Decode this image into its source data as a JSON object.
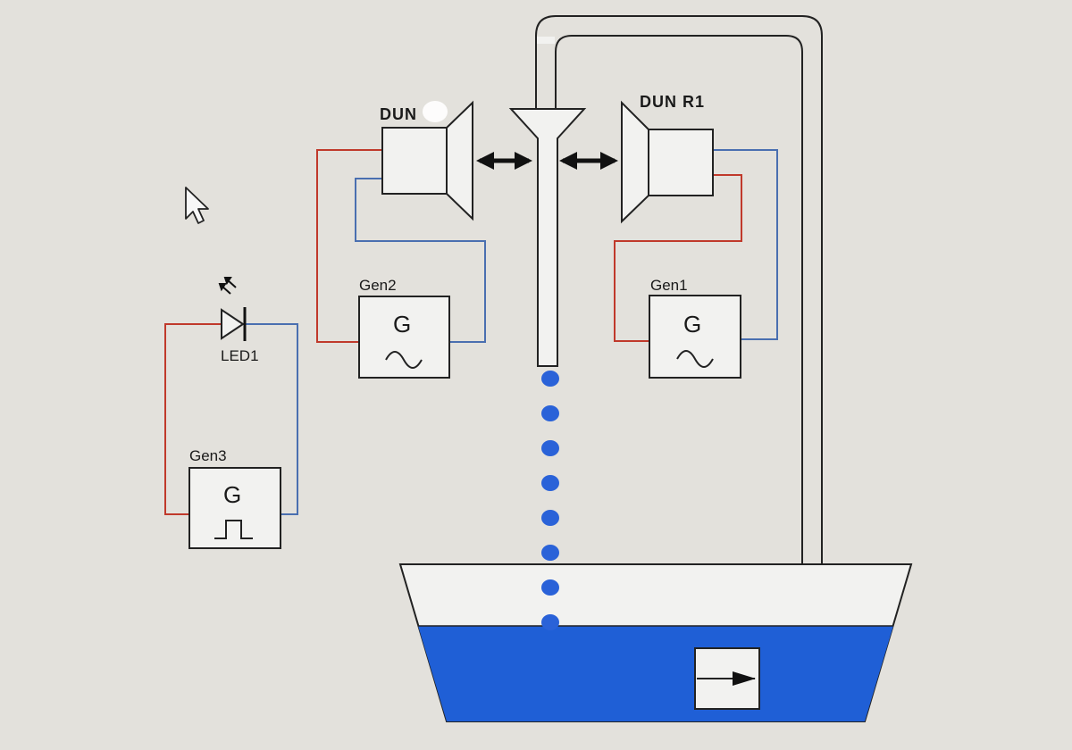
{
  "labels": {
    "speaker_left": "DUN",
    "speaker_right": "DUN R1",
    "gen1": "Gen1",
    "gen2": "Gen2",
    "gen3": "Gen3",
    "led": "LED1",
    "gen_symbol": "G"
  },
  "icons": {
    "cursor": "mouse-pointer-icon",
    "led": "led-diode-icon",
    "sine": "sine-wave-icon",
    "square": "square-wave-icon",
    "pump": "pump-arrow-icon"
  },
  "colors": {
    "background": "#e3e1dc",
    "component_fill": "#f2f2f0",
    "stroke": "#222222",
    "wire_red": "#c0392b",
    "wire_blue": "#4a6fb0",
    "water": "#1f5fd6",
    "drops": "#2a62d8"
  },
  "water_drops": 8
}
